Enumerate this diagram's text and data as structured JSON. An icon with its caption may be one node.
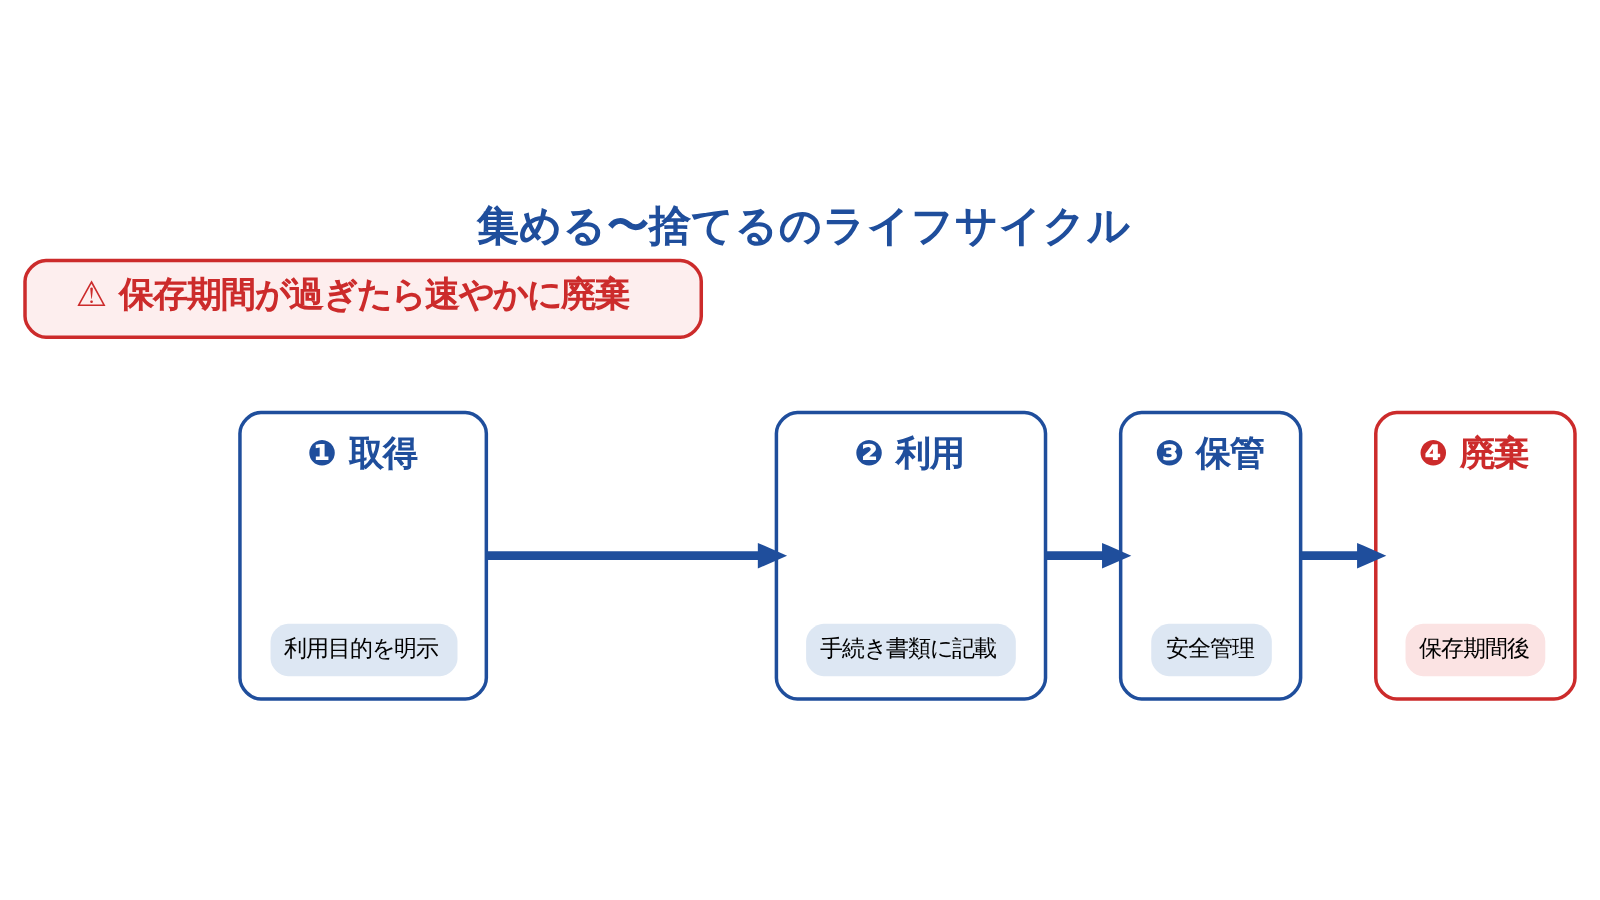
{
  "diagram": {
    "title": "集める〜捨てるのライフサイクル",
    "nodes": [
      {
        "text": [
          "❶ 取得",
          "利用目的を明示"
        ]
      },
      {
        "text": [
          "❷ 利用",
          "手続き書類に記載"
        ]
      },
      {
        "text": [
          "❸ 保管",
          "安全管理"
        ]
      },
      {
        "text": [
          "❹ 廃棄",
          "保存期間後"
        ]
      },
      {
        "text": [
          "⚠ 保存期間が過ぎたら速やかに廃棄"
        ]
      }
    ],
    "edges": [
      {
        "from": 0,
        "to": 1,
        "arrow": "to"
      },
      {
        "from": 1,
        "to": 2,
        "arrow": "to"
      },
      {
        "from": 2,
        "to": 3,
        "arrow": "to"
      }
    ]
  }
}
